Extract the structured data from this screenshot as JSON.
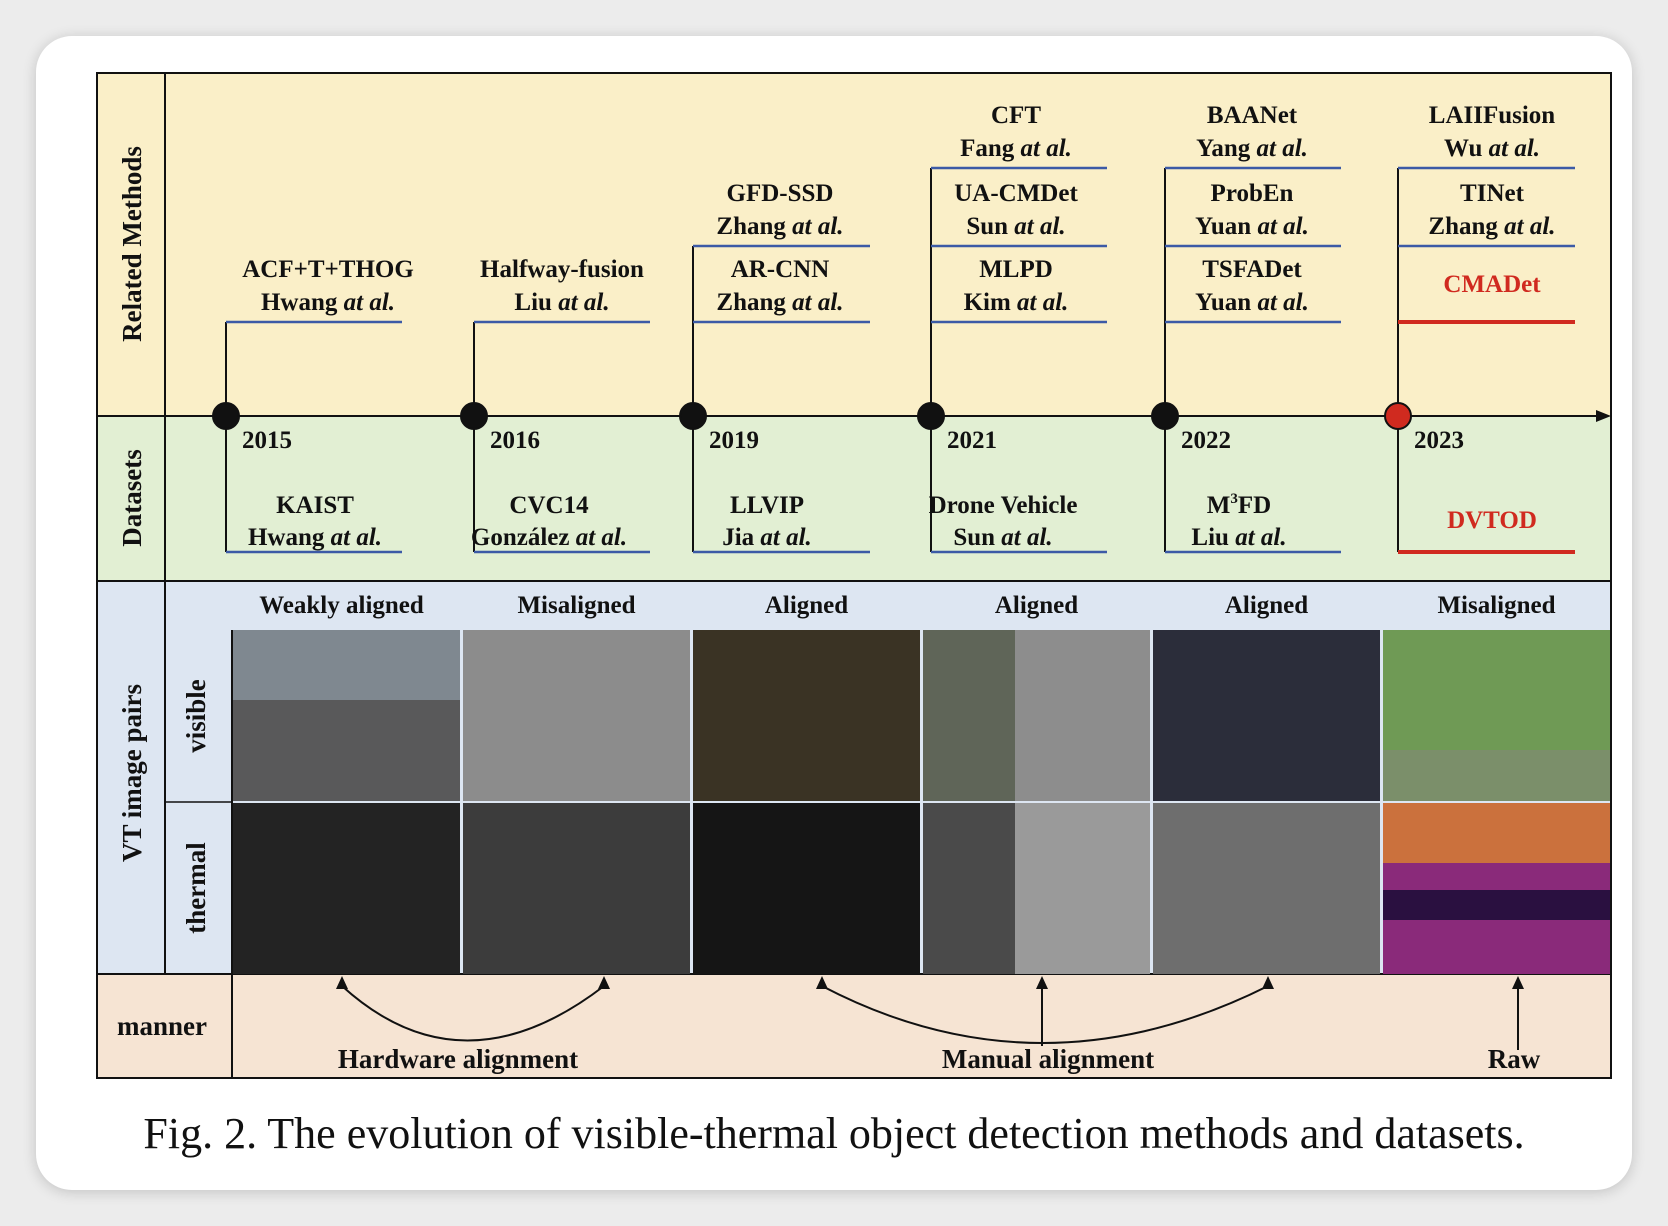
{
  "row_labels": {
    "methods": "Related Methods",
    "datasets": "Datasets",
    "pairs": "VT image pairs",
    "visible": "visible",
    "thermal": "thermal",
    "manner": "manner"
  },
  "years": [
    {
      "year": "2015",
      "highlight": false
    },
    {
      "year": "2016",
      "highlight": false
    },
    {
      "year": "2019",
      "highlight": false
    },
    {
      "year": "2021",
      "highlight": false
    },
    {
      "year": "2022",
      "highlight": false
    },
    {
      "year": "2023",
      "highlight": true
    }
  ],
  "methods": [
    [
      {
        "name": "ACF+T+THOG",
        "author": "Hwang",
        "etal": "at al."
      }
    ],
    [
      {
        "name": "Halfway-fusion",
        "author": "Liu",
        "etal": "at al."
      }
    ],
    [
      {
        "name": "AR-CNN",
        "author": "Zhang",
        "etal": "at al."
      },
      {
        "name": "GFD-SSD",
        "author": "Zhang",
        "etal": "at al."
      }
    ],
    [
      {
        "name": "MLPD",
        "author": "Kim",
        "etal": "at al."
      },
      {
        "name": "UA-CMDet",
        "author": "Sun",
        "etal": "at al."
      },
      {
        "name": "CFT",
        "author": "Fang",
        "etal": "at al."
      }
    ],
    [
      {
        "name": "TSFADet",
        "author": "Yuan",
        "etal": "at al."
      },
      {
        "name": "ProbEn",
        "author": "Yuan",
        "etal": "at al."
      },
      {
        "name": "BAANet",
        "author": "Yang",
        "etal": "at al."
      }
    ],
    [
      {
        "name": "CMADet",
        "author": "",
        "etal": "",
        "highlight": true
      },
      {
        "name": "TINet",
        "author": "Zhang",
        "etal": "at al."
      },
      {
        "name": "LAIIFusion",
        "author": "Wu",
        "etal": "at al."
      }
    ]
  ],
  "datasets": [
    {
      "name": "KAIST",
      "author": "Hwang",
      "etal": "at al."
    },
    {
      "name": "CVC14",
      "author": "González",
      "etal": "at al."
    },
    {
      "name": "LLVIP",
      "author": "Jia",
      "etal": "at al."
    },
    {
      "name": "Drone Vehicle",
      "author": "Sun",
      "etal": "at al."
    },
    {
      "name": "M",
      "sup": "3",
      "name_rest": "FD",
      "author": "Liu",
      "etal": "at al."
    },
    {
      "name": "DVTOD",
      "author": "",
      "etal": "",
      "highlight": true
    }
  ],
  "alignment": [
    "Weakly aligned",
    "Misaligned",
    "Aligned",
    "Aligned",
    "Aligned",
    "Misaligned"
  ],
  "manner": {
    "hardware": "Hardware alignment",
    "manual": "Manual alignment",
    "raw": "Raw"
  },
  "colors": {
    "methods_bg": "#faefc8",
    "datasets_bg": "#e2efd3",
    "pairs_bg": "#dde6f2",
    "manner_bg": "#f6e4d3",
    "underline": "#3c5aa6",
    "highlight": "#d02a1f"
  },
  "caption": "Fig. 2. The evolution of visible-thermal object detection methods and datasets."
}
